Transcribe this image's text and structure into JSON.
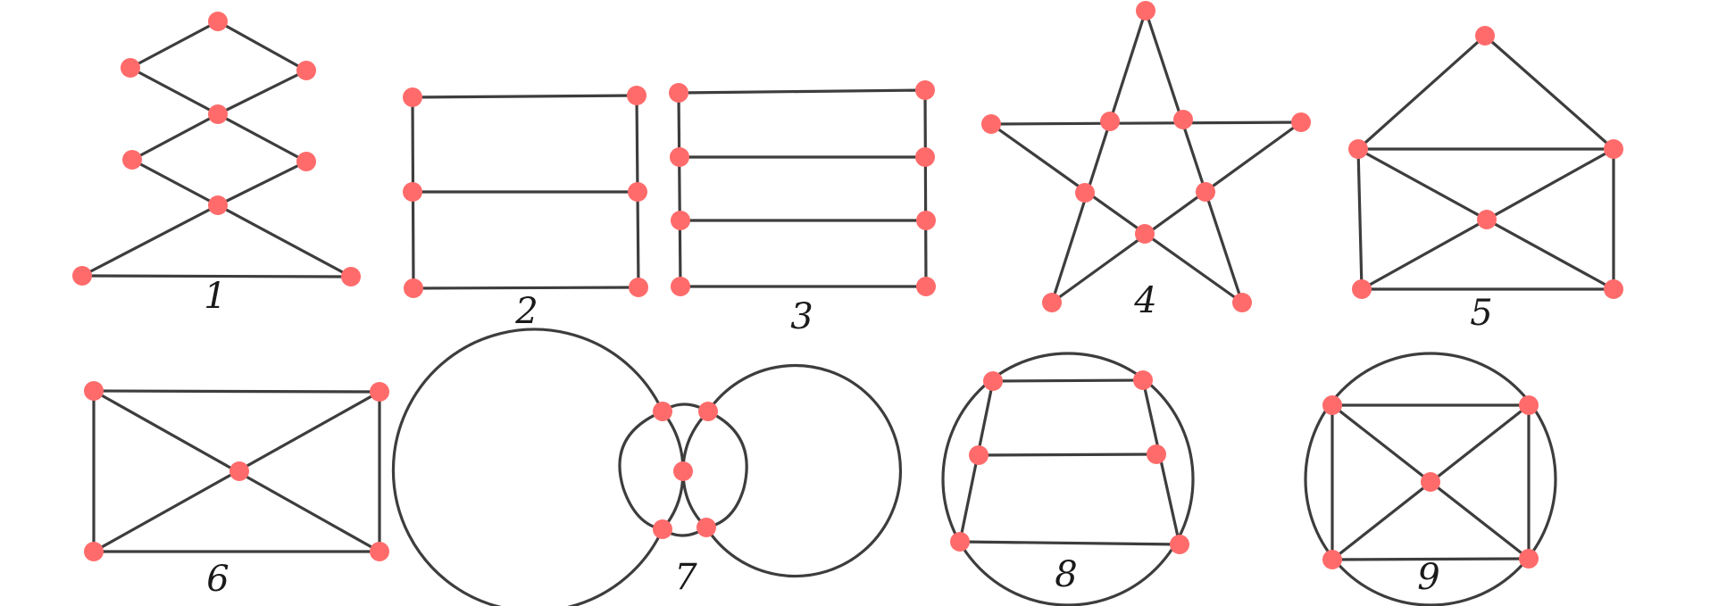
{
  "figures": [
    {
      "id": "figure-1",
      "label": "1"
    },
    {
      "id": "figure-2",
      "label": "2"
    },
    {
      "id": "figure-3",
      "label": "3"
    },
    {
      "id": "figure-4",
      "label": "4"
    },
    {
      "id": "figure-5",
      "label": "5"
    },
    {
      "id": "figure-6",
      "label": "6"
    },
    {
      "id": "figure-7",
      "label": "7"
    },
    {
      "id": "figure-8",
      "label": "8"
    },
    {
      "id": "figure-9",
      "label": "9"
    }
  ],
  "colors": {
    "vertex": "#ff6b6b",
    "edge": "#3d3d3d",
    "label": "#1a1a1a",
    "background": "#ffffff"
  }
}
